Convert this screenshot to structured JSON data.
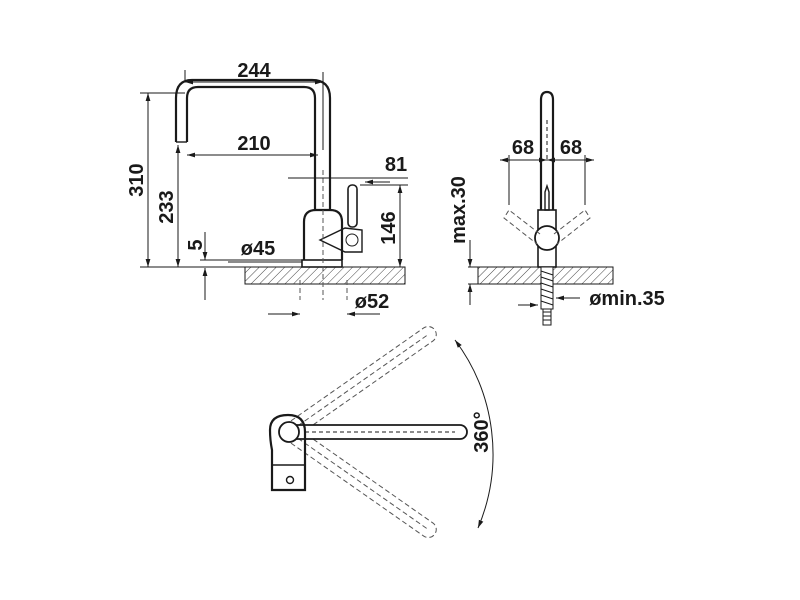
{
  "side_view": {
    "overall_reach": "244",
    "spout_reach": "210",
    "overall_height": "310",
    "spout_height": "233",
    "base_thickness": "5",
    "base_diameter": "ø45",
    "handle_offset": "81",
    "handle_height": "146",
    "hole_diameter": "ø52"
  },
  "front_view": {
    "handle_left_swing": "68",
    "handle_right_swing": "68",
    "max_deck_thickness": "max.30",
    "min_hole_diameter": "ømin.35"
  },
  "top_view": {
    "rotation": "360°"
  }
}
